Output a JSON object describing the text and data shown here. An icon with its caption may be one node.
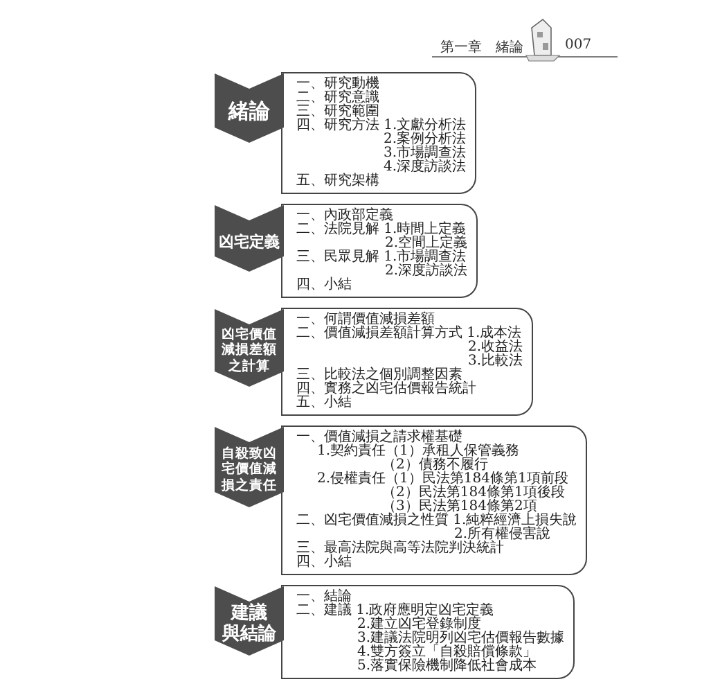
{
  "diagram": {
    "nodes": [
      {
        "text": [
          "緒論"
        ]
      },
      {
        "text": [
          "一、研究動機",
          "二、研究意識",
          "三、研究範圍",
          "四、研究方法 1.文獻分析法",
          "2.案例分析法",
          "3.市場調查法",
          "4.深度訪談法",
          "五、研究架構"
        ]
      },
      {
        "text": [
          "凶宅定義"
        ]
      },
      {
        "text": [
          "一、內政部定義",
          "二、法院見解 1.時間上定義",
          "2.空間上定義",
          "三、民眾見解 1.市場調查法",
          "2.深度訪談法",
          "四、小結"
        ]
      },
      {
        "text": [
          "凶宅價值減損差額之計算"
        ]
      },
      {
        "text": [
          "一、何謂價值減損差額",
          "二、價值減損差額計算方式 1.成本法",
          "2.收益法",
          "3.比較法",
          "三、比較法之個別調整因素",
          "四、實務之凶宅估價報告統計",
          "五、小結"
        ]
      },
      {
        "text": [
          "自殺致凶宅價值減損之責任"
        ]
      },
      {
        "text": [
          "一、價值減損之請求權基礎",
          "1.契約責任（1）承租人保管義務",
          "（2）債務不履行",
          "2.侵權責任（1）民法第184條第1項前段",
          "（2）民法第184條第1項後段",
          "（3）民法第184條第2項",
          "二、凶宅價值減損之性質 1.純粹經濟上損失說",
          "2.所有權侵害說",
          "三、最高法院與高等法院判決統計",
          "四、小結"
        ]
      },
      {
        "text": [
          "建議與結論"
        ]
      },
      {
        "text": [
          "一、結論",
          "二、建議 1.政府應明定凶宅定義",
          "2.建立凶宅登錄制度",
          "3.建議法院明列凶宅估價報告數據",
          "4.雙方簽立「自殺賠償條款」",
          "5.落實保險機制降低社會成本"
        ]
      }
    ],
    "labels": [
      "第一章　緒論",
      "007"
    ]
  }
}
